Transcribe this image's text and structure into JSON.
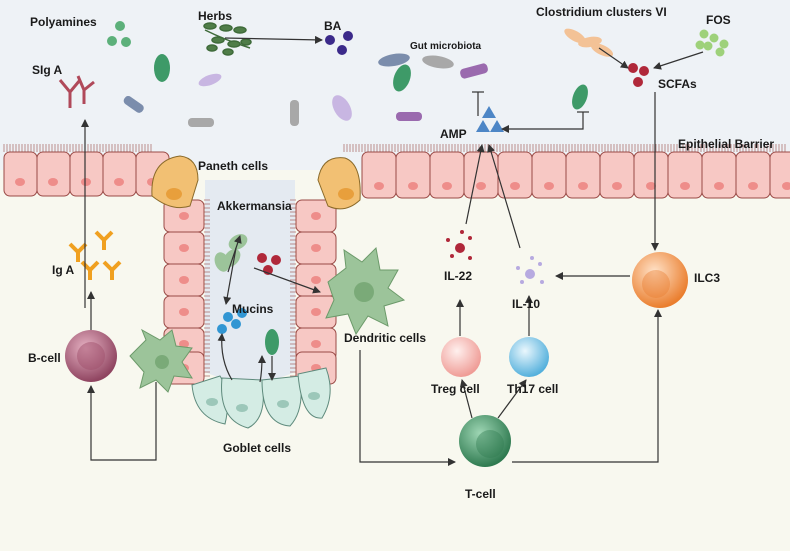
{
  "labels": {
    "polyamines": "Polyamines",
    "herbs": "Herbs",
    "ba": "BA",
    "clostridium": "Clostridium clusters VI",
    "fos": "FOS",
    "slga": "SIg A",
    "gut_microbiota": "Gut microbiota",
    "scfas": "SCFAs",
    "amp": "AMP",
    "epithelial_barrier": "Epithelial Barrier",
    "paneth_cells": "Paneth cells",
    "akkermansia": "Akkermansia",
    "mucins": "Mucins",
    "iga": "Ig A",
    "il22": "IL-22",
    "il10": "IL-10",
    "ilc3": "ILC3",
    "dendritic_cells": "Dendritic cells",
    "bcell": "B-cell",
    "treg": "Treg cell",
    "th17": "Th17 cell",
    "goblet_cells": "Goblet cells",
    "tcell": "T-cell"
  },
  "colors": {
    "lumen_bg": "#eef2f6",
    "tissue_bg": "#f8f8ef",
    "epithelial": "#f7c8c4",
    "paneth": "#f2c073",
    "goblet": "#d4ece4",
    "bcell": "#b0607a",
    "tcell": "#3e9a68",
    "treg": "#f3b0aa",
    "th17": "#7ac4e6",
    "ilc3": "#f0954a",
    "dendritic": "#9cc49a",
    "scfa_dot": "#b0283a",
    "mucin_dot": "#3196d3",
    "iga_orange": "#f0a020",
    "amp_blue": "#4d86c6"
  }
}
